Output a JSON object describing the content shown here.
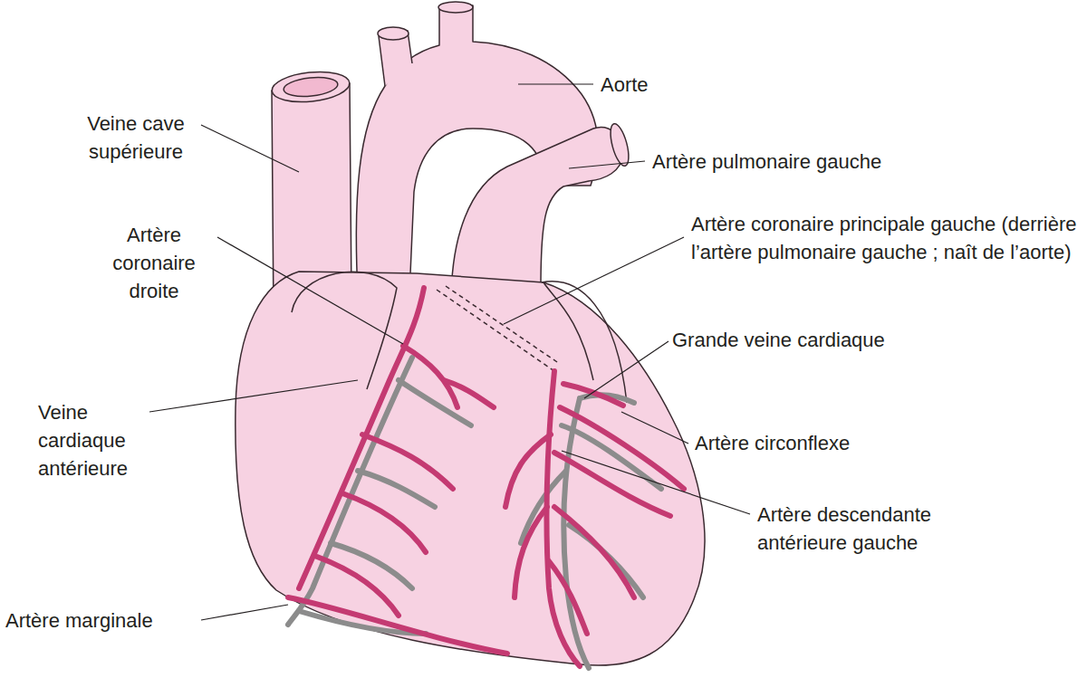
{
  "diagram": {
    "labels": [
      "Aorte",
      "Veine cave supérieure",
      "Artère pulmonaire gauche",
      "Artère coronaire principale gauche (derrière l’artère pulmonaire gauche ; naît de l’aorte)",
      "Artère coronaire droite",
      "Grande veine cardiaque",
      "Veine cardiaque antérieure",
      "Artère circonflexe",
      "Artère descendante antérieure gauche",
      "Artère marginale"
    ]
  }
}
